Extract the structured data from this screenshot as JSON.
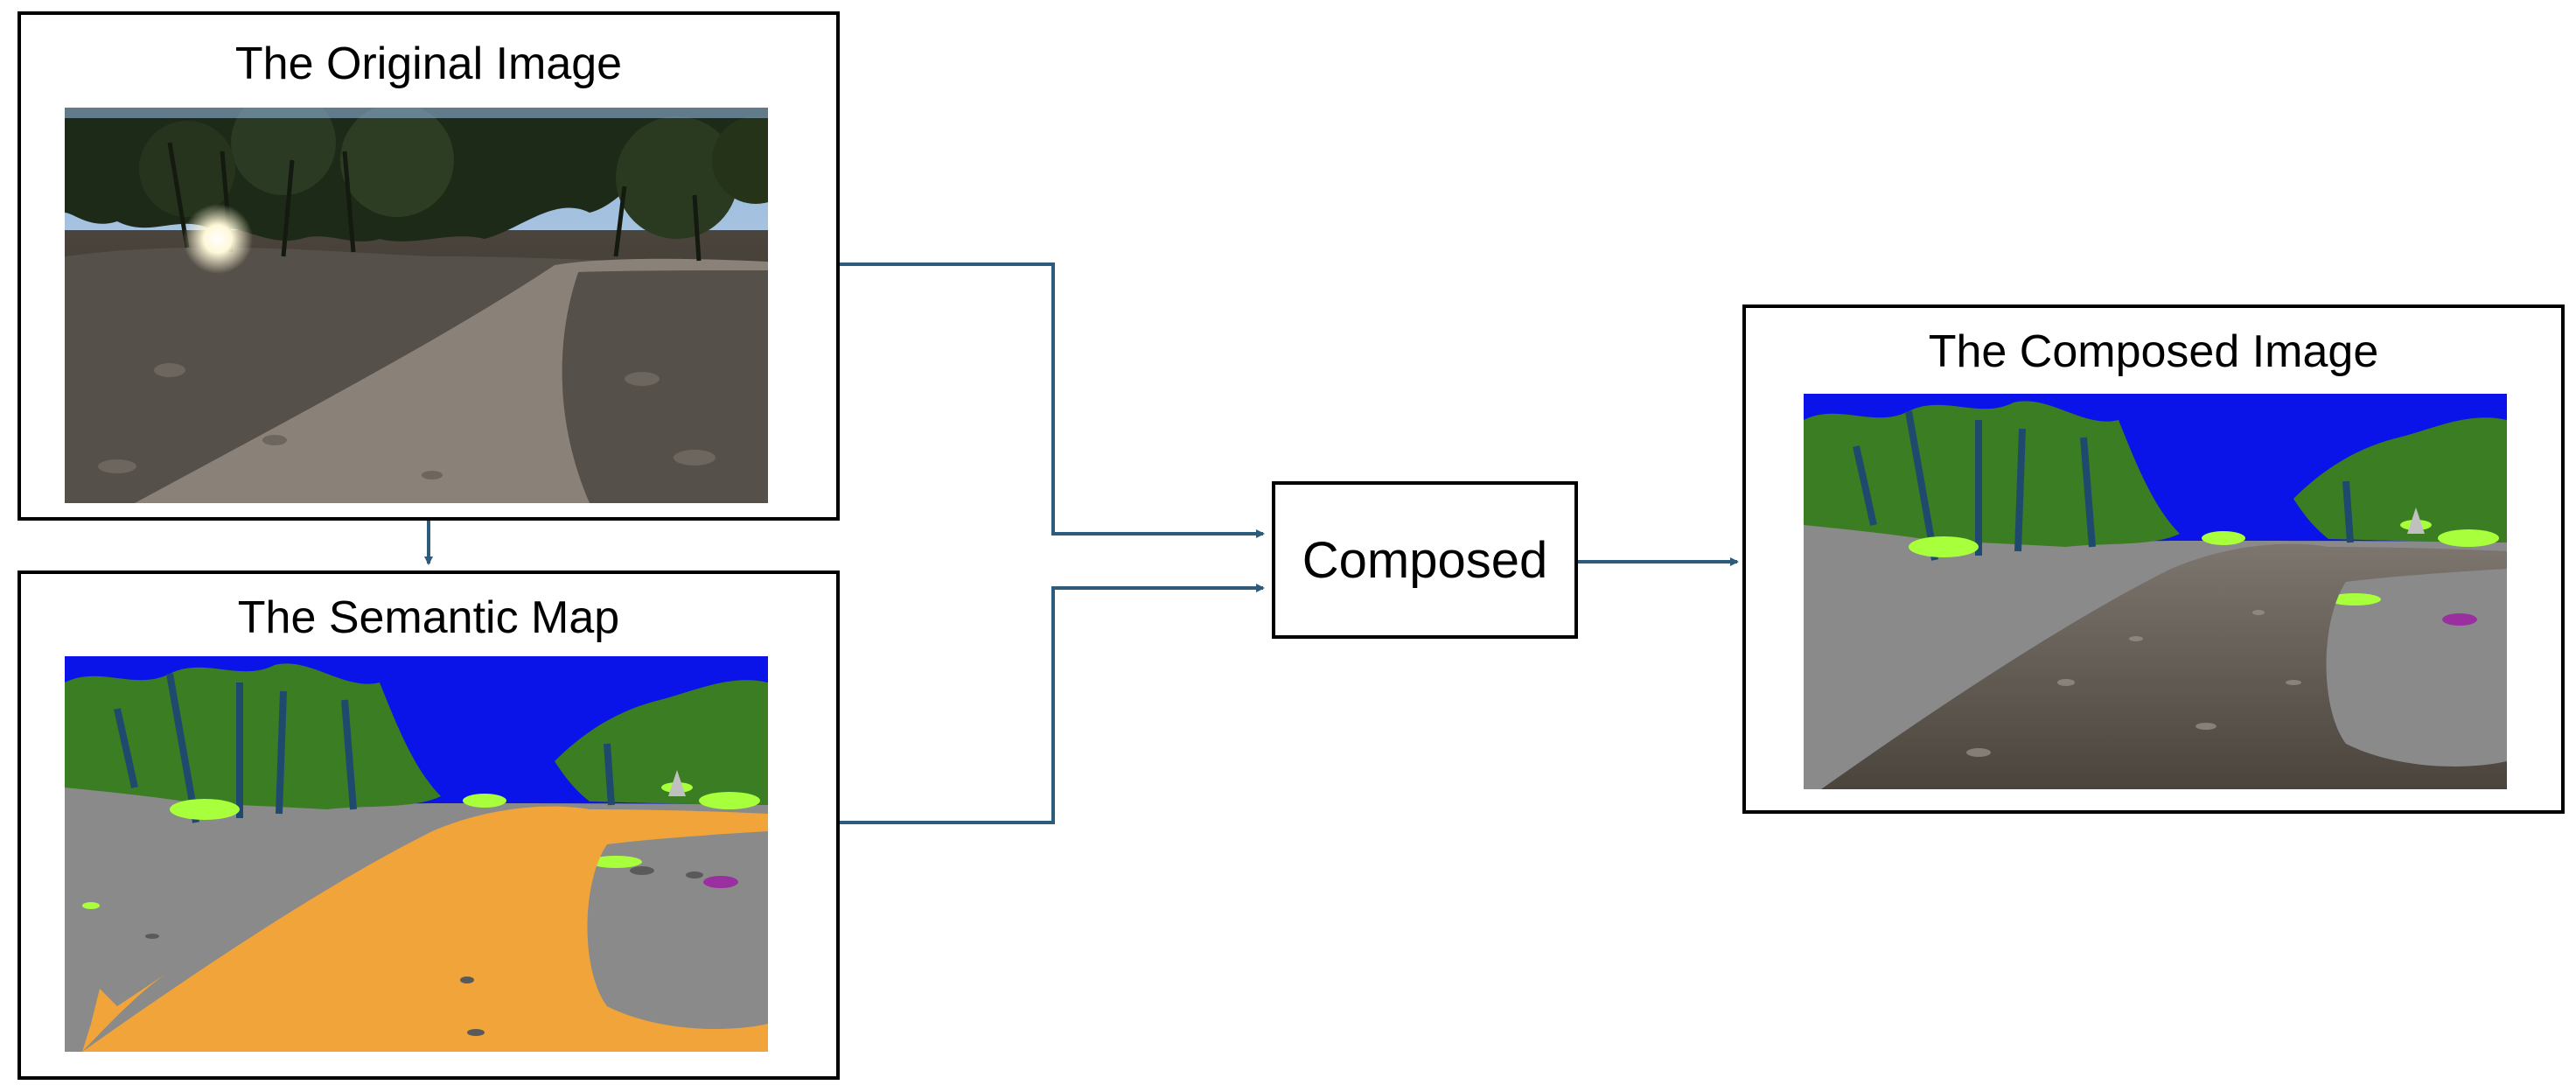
{
  "panels": {
    "original": {
      "title": "The Original Image"
    },
    "semantic": {
      "title": "The Semantic Map"
    },
    "composed_image": {
      "title": "The Composed Image"
    }
  },
  "process_node": {
    "label": "Composed"
  },
  "colors": {
    "arrow": "#2d5b7c",
    "border": "#000000",
    "sky": "#0a14e8",
    "tree": "#3a7d22",
    "tree_trunk": "#1f4a6e",
    "bush": "#a8ff3c",
    "ground": "#8a8a8a",
    "trail": "#f0a43a",
    "rock": "#5a5a5a",
    "purple_object": "#9a2fa0"
  },
  "icons": [
    "arrow-right-icon",
    "arrow-down-icon"
  ]
}
